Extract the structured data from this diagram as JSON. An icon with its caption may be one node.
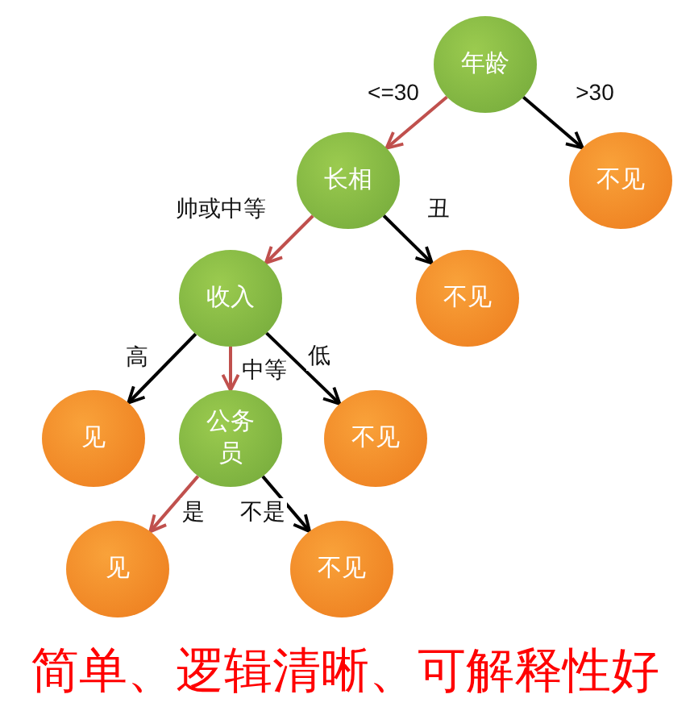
{
  "diagram": {
    "caption": "简单、逻辑清晰、可解释性好",
    "nodes": [
      {
        "text": [
          "年龄"
        ]
      },
      {
        "text": [
          "长相"
        ]
      },
      {
        "text": [
          "不见"
        ]
      },
      {
        "text": [
          "收入"
        ]
      },
      {
        "text": [
          "不见"
        ]
      },
      {
        "text": [
          "见"
        ]
      },
      {
        "text": [
          "公务员"
        ]
      },
      {
        "text": [
          "不见"
        ]
      },
      {
        "text": [
          "见"
        ]
      },
      {
        "text": [
          "不见"
        ]
      }
    ],
    "edges": [
      {
        "from": 0,
        "to": 1,
        "arrow": "to",
        "label": "<=30",
        "color": "#c0504d"
      },
      {
        "from": 0,
        "to": 2,
        "arrow": "to",
        "label": ">30"
      },
      {
        "from": 1,
        "to": 3,
        "arrow": "to",
        "label": "帅或中等",
        "color": "#c0504d"
      },
      {
        "from": 1,
        "to": 4,
        "arrow": "to",
        "label": "丑"
      },
      {
        "from": 3,
        "to": 5,
        "arrow": "to",
        "label": "高"
      },
      {
        "from": 3,
        "to": 6,
        "arrow": "to",
        "label": "中等",
        "color": "#c0504d"
      },
      {
        "from": 3,
        "to": 7,
        "arrow": "to",
        "label": "低"
      },
      {
        "from": 6,
        "to": 8,
        "arrow": "to",
        "label": "是",
        "color": "#c0504d"
      },
      {
        "from": 6,
        "to": 9,
        "arrow": "to",
        "label": "不是"
      }
    ]
  }
}
